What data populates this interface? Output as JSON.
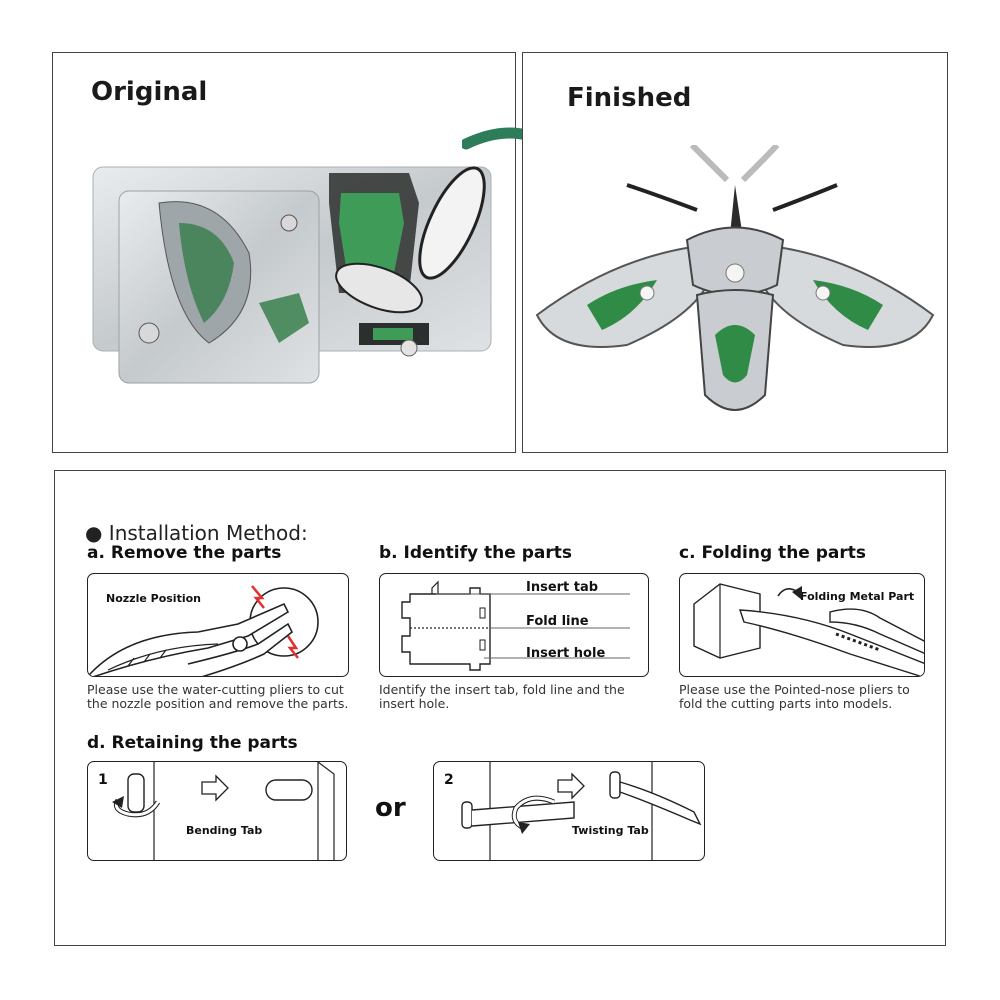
{
  "original": {
    "title": "Original"
  },
  "finished": {
    "title": "Finished"
  },
  "install": {
    "heading": "● Installation Method:",
    "step_a": {
      "title": "a. Remove the parts",
      "label": "Nozzle Position",
      "caption": "Please use the water-cutting pliers to cut the nozzle position and remove the parts."
    },
    "step_b": {
      "title": "b. Identify the parts",
      "labels": [
        "Insert tab",
        "Fold line",
        "Insert hole"
      ],
      "caption": "Identify the insert tab, fold line and the insert hole."
    },
    "step_c": {
      "title": "c. Folding the parts",
      "label": "Folding Metal Part",
      "caption": "Please use the Pointed-nose pliers to fold the cutting parts into models."
    },
    "step_d": {
      "title": "d. Retaining the parts",
      "option1": {
        "number": "1",
        "label": "Bending Tab"
      },
      "or": "or",
      "option2": {
        "number": "2",
        "label": "Twisting Tab"
      }
    }
  },
  "colors": {
    "accent_green": "#2e8b4e",
    "metal": "#c9cdd1",
    "border": "#222222"
  },
  "icons": [
    "curved-arrow-icon",
    "pliers-icon",
    "hollow-arrow-icon",
    "rotate-arrow-icon"
  ]
}
